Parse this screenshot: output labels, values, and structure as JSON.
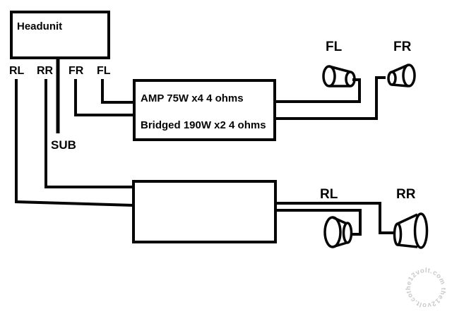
{
  "page": {
    "background": "#ffffff",
    "ink": "#050505",
    "watermark_color": "#c9c9c9"
  },
  "headunit": {
    "label": "Headunit",
    "outputs": [
      {
        "label": "RL"
      },
      {
        "label": "RR"
      },
      {
        "label": "FR"
      },
      {
        "label": "FL"
      }
    ],
    "sub_output": {
      "label": "SUB"
    }
  },
  "front_amp": {
    "line1": "AMP 75W x4  4 ohms",
    "line2": "Bridged 190W x2 4 ohms"
  },
  "speakers": {
    "front_left": {
      "label": "FL"
    },
    "front_right": {
      "label": "FR"
    },
    "rear_left": {
      "label": "RL"
    },
    "rear_right": {
      "label": "RR"
    }
  },
  "watermark": {
    "site": "the12volt.com",
    "ring_text": "the12volt.com  the12volt.com"
  }
}
